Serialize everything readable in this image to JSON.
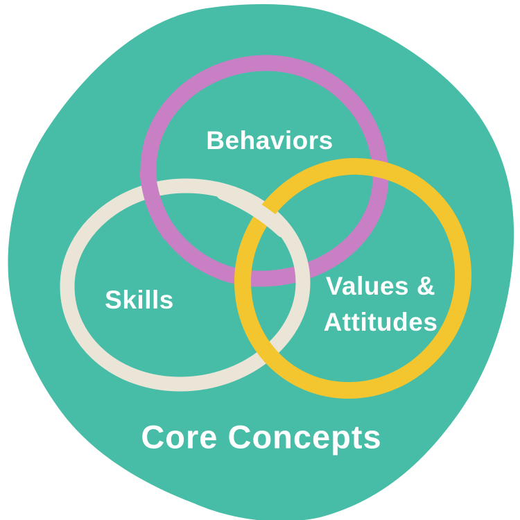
{
  "palette": {
    "background": "#FFFFFF",
    "blob": "#47BDA7",
    "label_text": "#FFFFFF"
  },
  "diagram": {
    "type": "venn",
    "title": "Core Concepts",
    "sets": [
      {
        "label": "Behaviors",
        "color": "#C97FC4"
      },
      {
        "label": "Skills",
        "color": "#EBE5D8"
      },
      {
        "label": "Values & Attitudes",
        "color": "#F3C52F",
        "label_lines": [
          "Values &",
          "Attitudes"
        ]
      }
    ]
  }
}
